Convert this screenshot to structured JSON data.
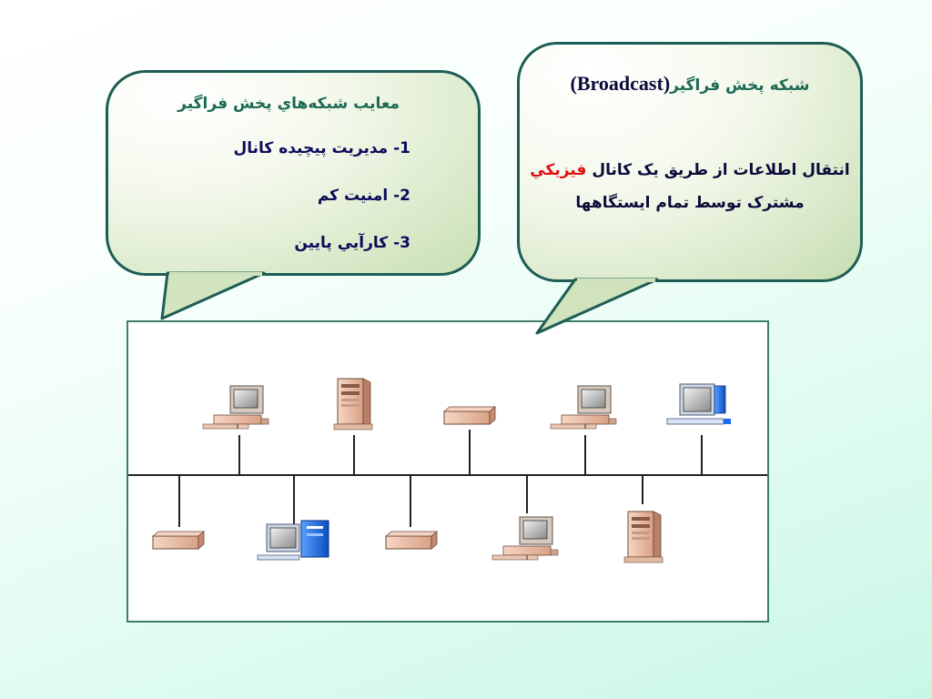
{
  "bubble_left": {
    "title": "معايب شبکه‌هاي پخش فراگير",
    "items": [
      "1- مديريت پيچيده کانال",
      "2- امنيت کم",
      "3- کارآيي پايين"
    ]
  },
  "bubble_right": {
    "title_persian": "شبکه پخش فراگير",
    "title_latin": "(Broadcast)",
    "desc_line1_part1": "انتقال اطلاعات از طريق يک کانال",
    "desc_line1_highlight": "فيزيکي",
    "desc_line2": "مشترک توسط تمام ايستگاهها"
  },
  "colors": {
    "border": "#1d5d55",
    "title": "#1d6a55",
    "text": "#0b0b5a",
    "highlight": "#e01010",
    "bus": "#222222",
    "device_tan": "#e8b49a",
    "device_blue": "#1a6ee8"
  },
  "devices": {
    "top": [
      "desktop-computer-icon",
      "server-tower-icon",
      "network-node-icon",
      "desktop-computer-icon",
      "workstation-monitor-icon"
    ],
    "bottom": [
      "network-node-icon",
      "workstation-tower-icon",
      "network-node-icon",
      "desktop-computer-icon",
      "server-tower-icon"
    ]
  }
}
